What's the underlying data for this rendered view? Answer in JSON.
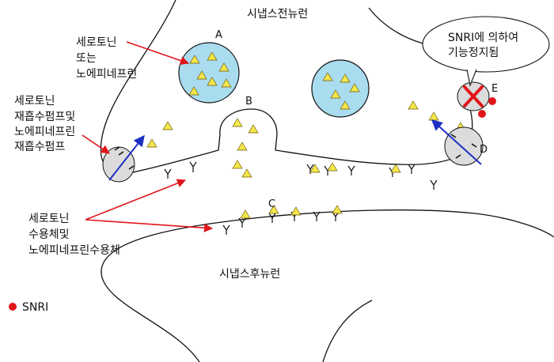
{
  "titles": {
    "presynaptic": "시냅스전뉴런",
    "postsynaptic": "시냅스후뉴런"
  },
  "labels": {
    "vesicle_line1": "세로토닌",
    "vesicle_line2": "또는",
    "vesicle_line3": "노에피네프린",
    "pump_line1": "세로토닌",
    "pump_line2": "재흡수펌프및",
    "pump_line3": "노에피네프린",
    "pump_line4": "재흡수펌프",
    "receptor_line1": "세로토닌",
    "receptor_line2": "수용체및",
    "receptor_line3": "노에피네프린수용체"
  },
  "callout": {
    "line1": "SNRI에 의하여",
    "line2": "기능정지됨"
  },
  "markers": {
    "a": "A",
    "b": "B",
    "c": "C",
    "d": "D",
    "e": "E"
  },
  "legend": {
    "label": "SNRI"
  },
  "colors": {
    "vesicle_fill": "#a9dcef",
    "neurotransmitter": "#f5e64b",
    "arrow_red": "#e0161b",
    "arrow_blue": "#1d2fc4",
    "pump_fill": "#dcdcdc",
    "snri_dot": "#e0161b"
  }
}
